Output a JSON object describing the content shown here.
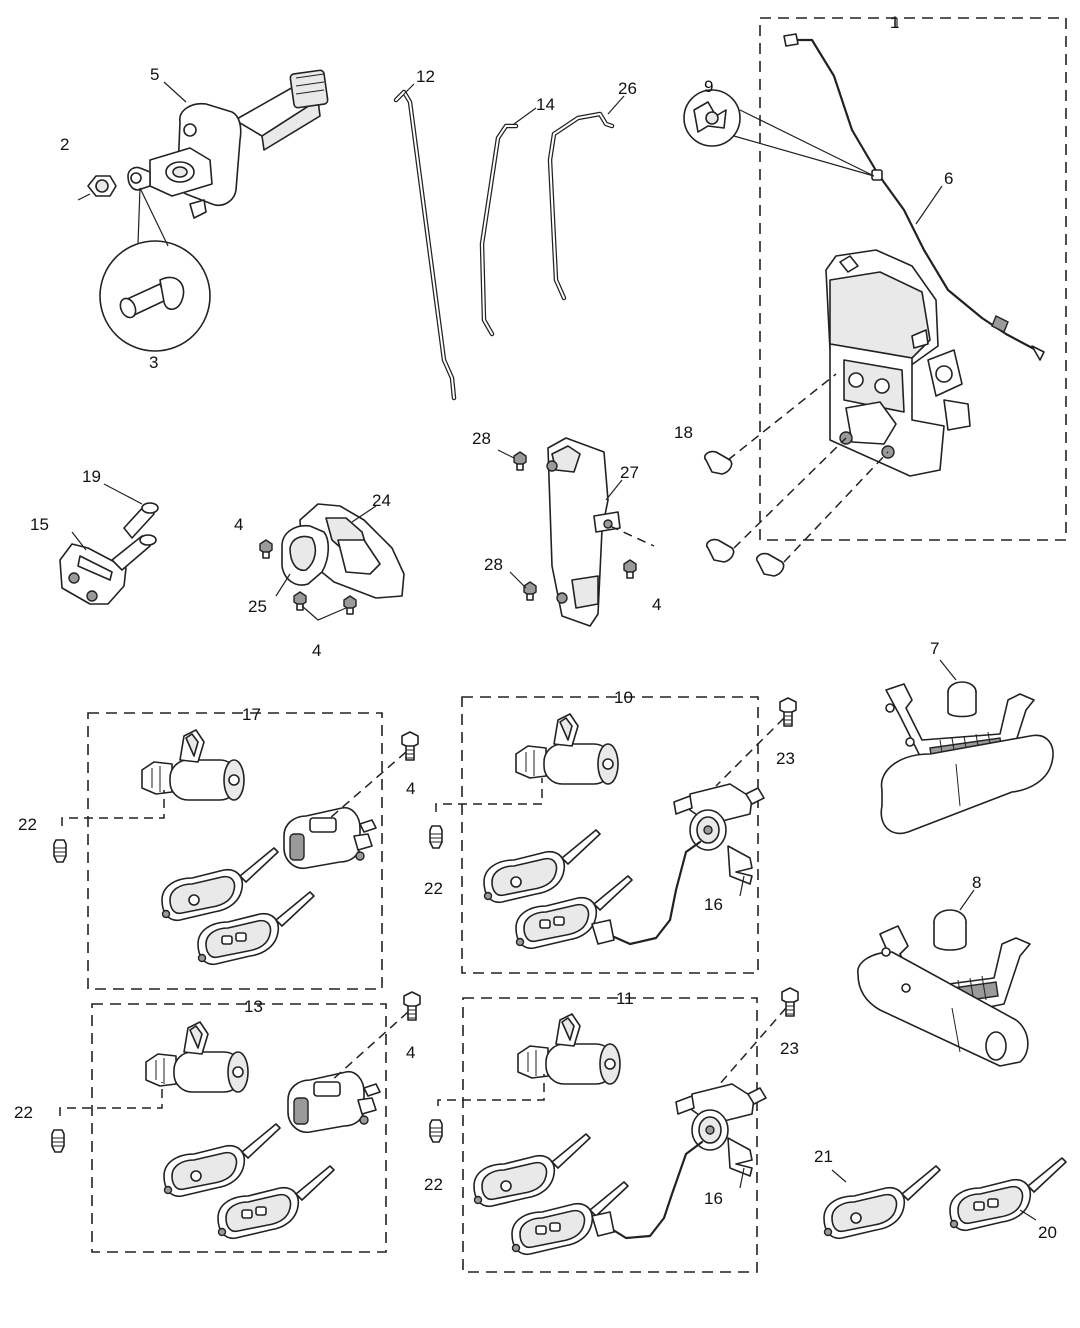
{
  "callouts": {
    "c1": "1",
    "c2": "2",
    "c3": "3",
    "c4a": "4",
    "c4b": "4",
    "c4c": "4",
    "c4d": "4",
    "c4e": "4",
    "c5": "5",
    "c6": "6",
    "c7": "7",
    "c8": "8",
    "c9": "9",
    "c10": "10",
    "c11": "11",
    "c12": "12",
    "c13": "13",
    "c14": "14",
    "c15": "15",
    "c16a": "16",
    "c16b": "16",
    "c17": "17",
    "c18": "18",
    "c19": "19",
    "c20": "20",
    "c21": "21",
    "c22a": "22",
    "c22b": "22",
    "c22c": "22",
    "c22d": "22",
    "c23a": "23",
    "c23b": "23",
    "c24": "24",
    "c25": "25",
    "c26": "26",
    "c27": "27",
    "c28a": "28",
    "c28b": "28"
  },
  "icons": [
    "door-check-strap",
    "grommet",
    "bolt",
    "rod",
    "latch-assembly",
    "release-cable",
    "cable-clip",
    "hinge-plate",
    "bracket",
    "cover",
    "lock-motor",
    "lock-cylinder",
    "remote-key",
    "clip",
    "door-handle",
    "screw"
  ]
}
